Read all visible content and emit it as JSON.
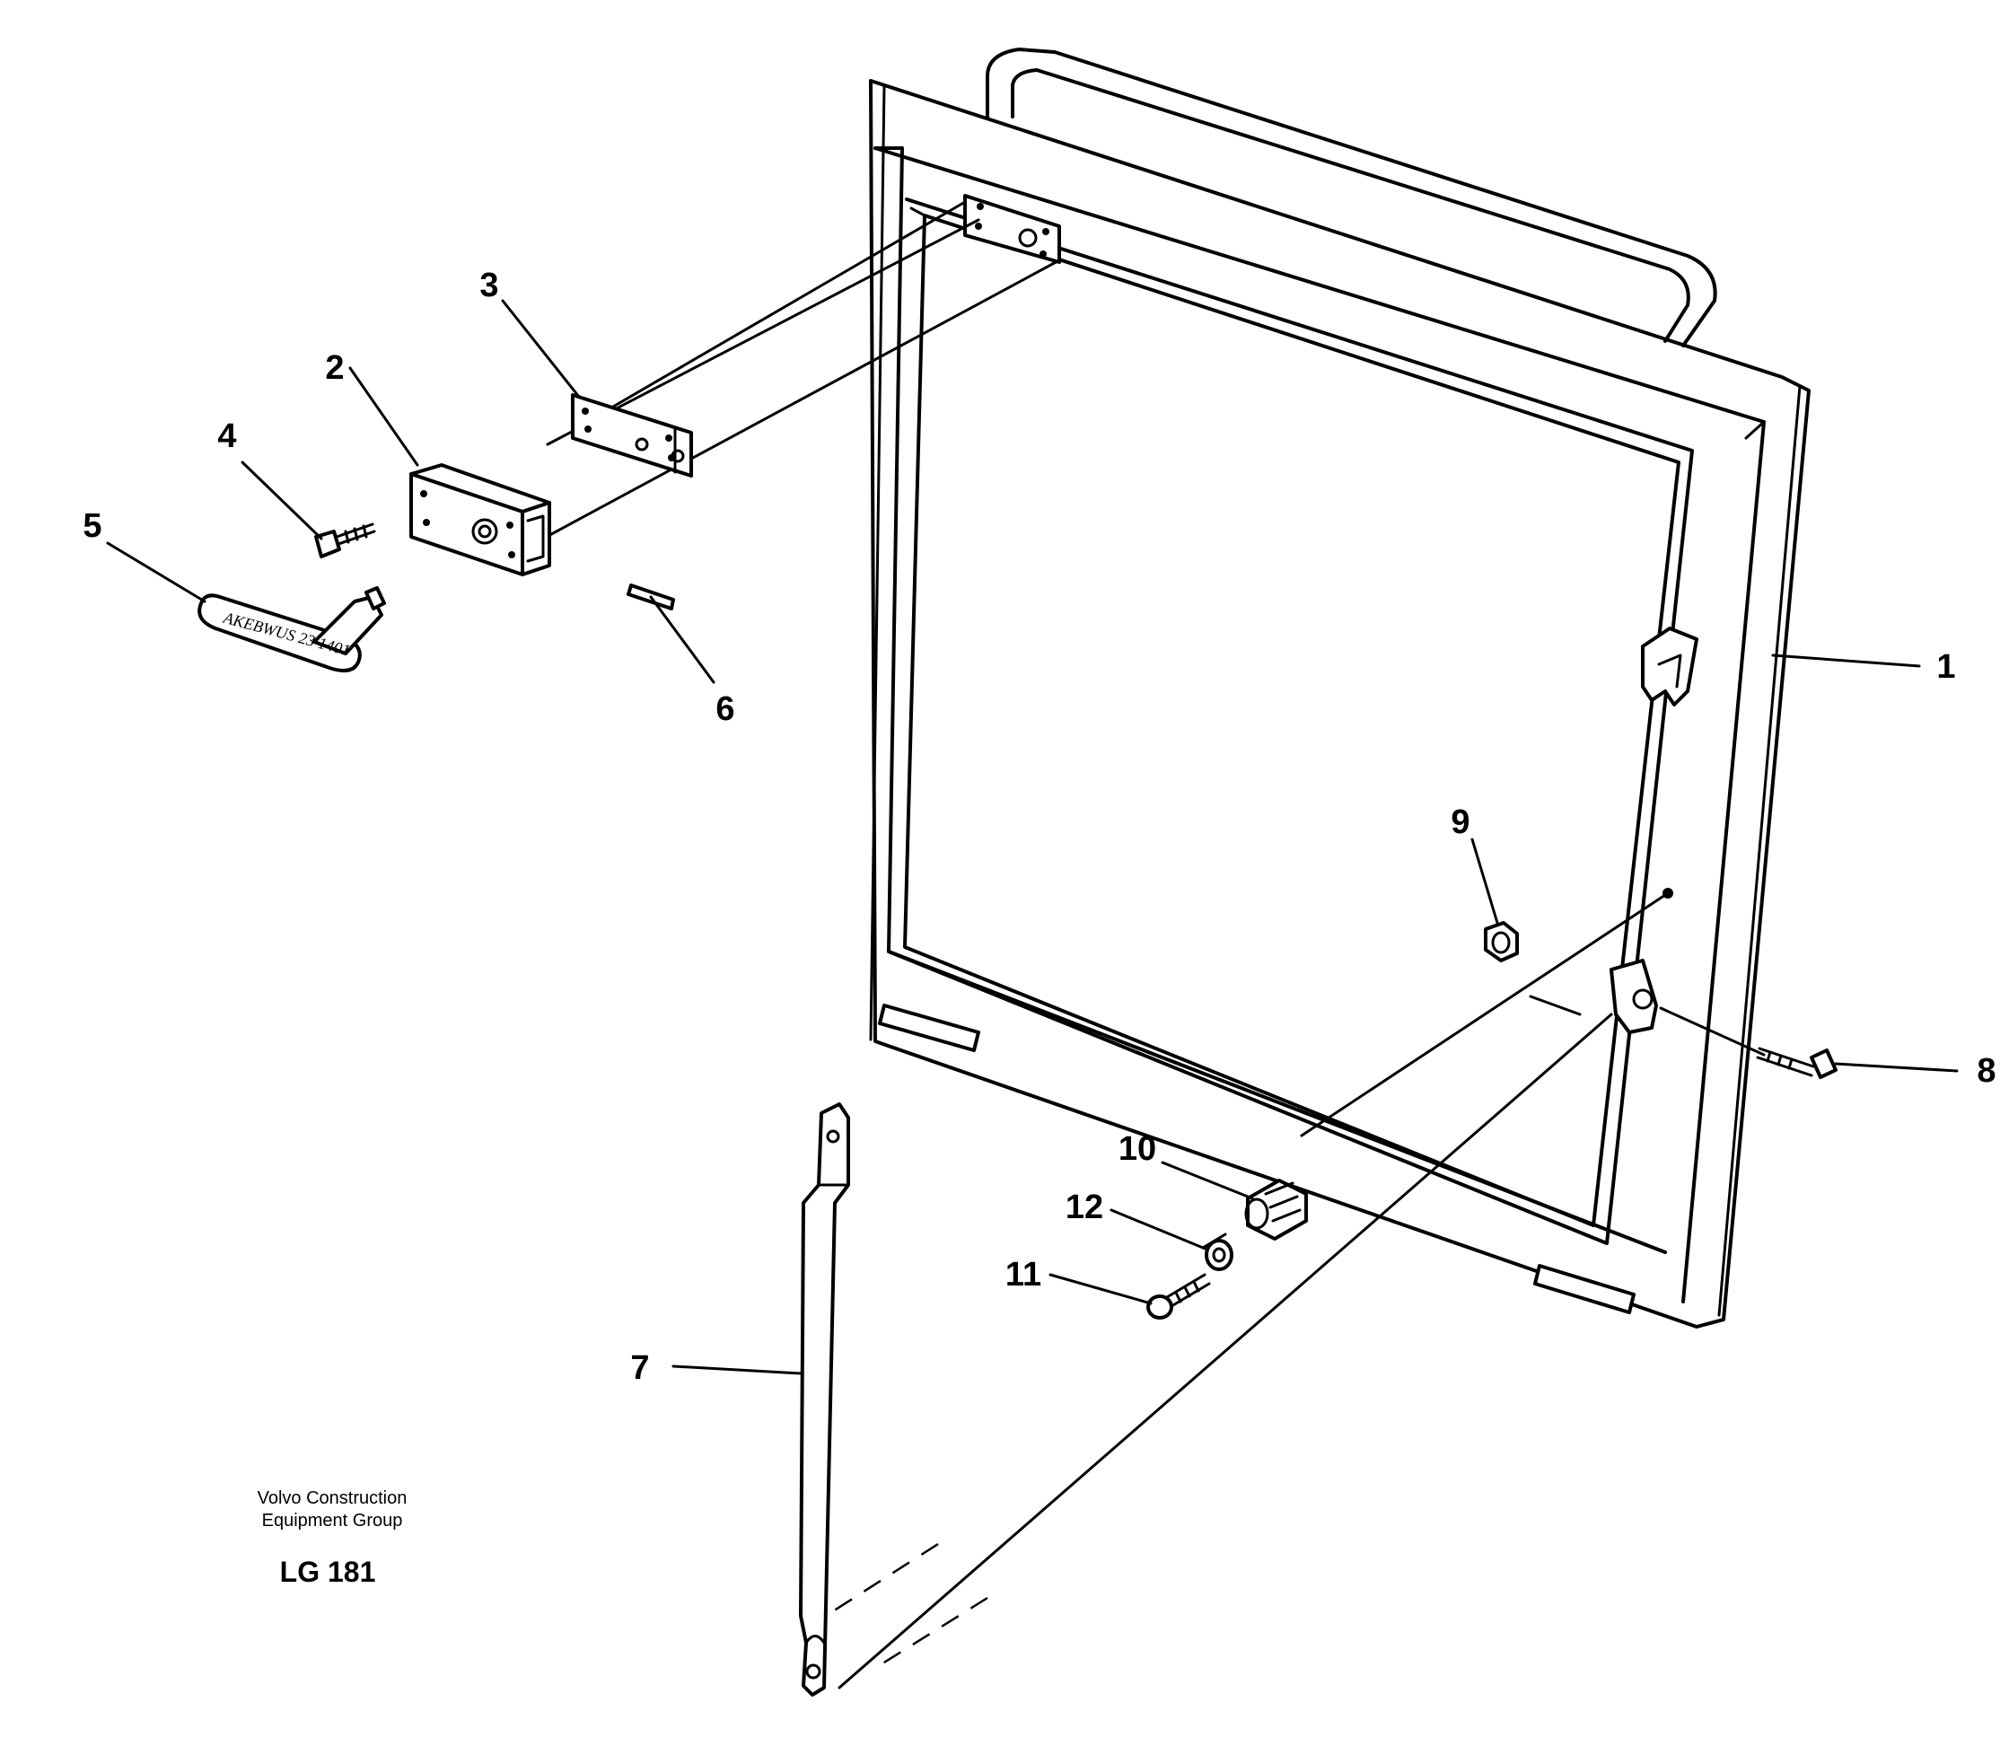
{
  "callouts": [
    "1",
    "2",
    "3",
    "4",
    "5",
    "6",
    "7",
    "8",
    "9",
    "10",
    "11",
    "12"
  ],
  "handle_engraving": "AKEBWUS 23 1401",
  "company": {
    "line1": "Volvo Construction",
    "line2": "Equipment Group"
  },
  "figure_code": "LG 181"
}
